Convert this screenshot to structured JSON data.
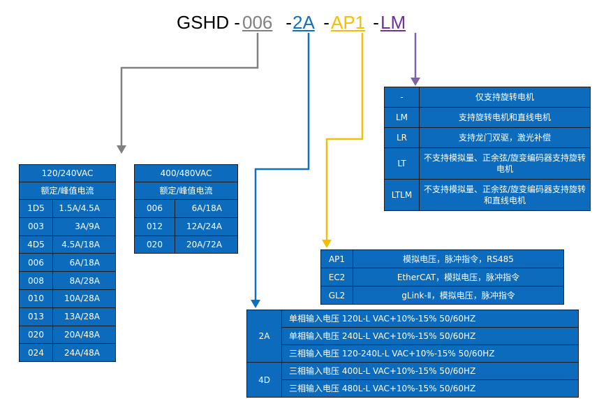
{
  "title": {
    "segments": [
      {
        "text": "GSHD",
        "color": "#000000",
        "underline": false
      },
      {
        "text": " - ",
        "color": "#000000",
        "underline": false
      },
      {
        "text": "006",
        "color": "#808080",
        "underline": true
      },
      {
        "text": " - ",
        "color": "#000000",
        "underline": false
      },
      {
        "text": "2A",
        "color": "#0e6fc0",
        "underline": true
      },
      {
        "text": " - ",
        "color": "#000000",
        "underline": false
      },
      {
        "text": "AP1",
        "color": "#f6be00",
        "underline": true
      },
      {
        "text": " - ",
        "color": "#000000",
        "underline": false
      },
      {
        "text": "LM",
        "color": "#7030a0",
        "underline": true
      }
    ]
  },
  "colors": {
    "cell": "#0c6bbd",
    "border": "#1a1a1a",
    "gray_arrow": "#808080",
    "blue_arrow": "#0e6fc0",
    "yellow_arrow": "#f6be00",
    "purple_arrow": "#8064a2"
  },
  "motor_table": {
    "rows": [
      {
        "code": "-",
        "desc": "仅支持旋转电机"
      },
      {
        "code": "LM",
        "desc": "支持旋转电机和直线电机"
      },
      {
        "code": "LR",
        "desc": "支持龙门双驱，激光补偿"
      },
      {
        "code": "LT",
        "desc": "不支持模拟量、正余弦/旋变编码器支持旋转电机"
      },
      {
        "code": "LTLM",
        "desc": "不支持模拟量、正余弦/旋变编码器支持旋转和直线电机"
      }
    ]
  },
  "vac120_table": {
    "header1": "120/240VAC",
    "header2": "额定/峰值电流",
    "rows": [
      {
        "code": "1D5",
        "current": "1.5A/4.5A"
      },
      {
        "code": "003",
        "current": "3A/9A"
      },
      {
        "code": "4D5",
        "current": "4.5A/18A"
      },
      {
        "code": "006",
        "current": "6A/18A"
      },
      {
        "code": "008",
        "current": "8A/28A"
      },
      {
        "code": "010",
        "current": "10A/28A"
      },
      {
        "code": "013",
        "current": "13A/28A"
      },
      {
        "code": "020",
        "current": "20A/48A"
      },
      {
        "code": "024",
        "current": "24A/48A"
      }
    ]
  },
  "vac400_table": {
    "header1": "400/480VAC",
    "header2": "额定/峰值电流",
    "rows": [
      {
        "code": "006",
        "current": "6A/18A"
      },
      {
        "code": "012",
        "current": "12A/24A"
      },
      {
        "code": "020",
        "current": "20A/72A"
      }
    ]
  },
  "comm_table": {
    "rows": [
      {
        "code": "AP1",
        "desc": "模拟电压，脉冲指令，RS485"
      },
      {
        "code": "EC2",
        "desc": "EtherCAT，模拟电压，脉冲指令"
      },
      {
        "code": "GL2",
        "desc": "gLink-Ⅱ，模拟电压，脉冲指令"
      }
    ]
  },
  "power_table": {
    "groups": [
      {
        "code": "2A",
        "items": [
          "单相输入电压 120L-L VAC+10%-15% 50/60HZ",
          "单相输入电压 240L-L VAC+10%-15% 50/60HZ",
          "三相输入电压 120-240L-L VAC+10%-15% 50/60HZ"
        ]
      },
      {
        "code": "4D",
        "items": [
          "三相输入电压 400L-L VAC+10%-15% 50/60HZ",
          "三相输入电压 480L-L VAC+10%-15% 50/60HZ"
        ]
      }
    ]
  }
}
